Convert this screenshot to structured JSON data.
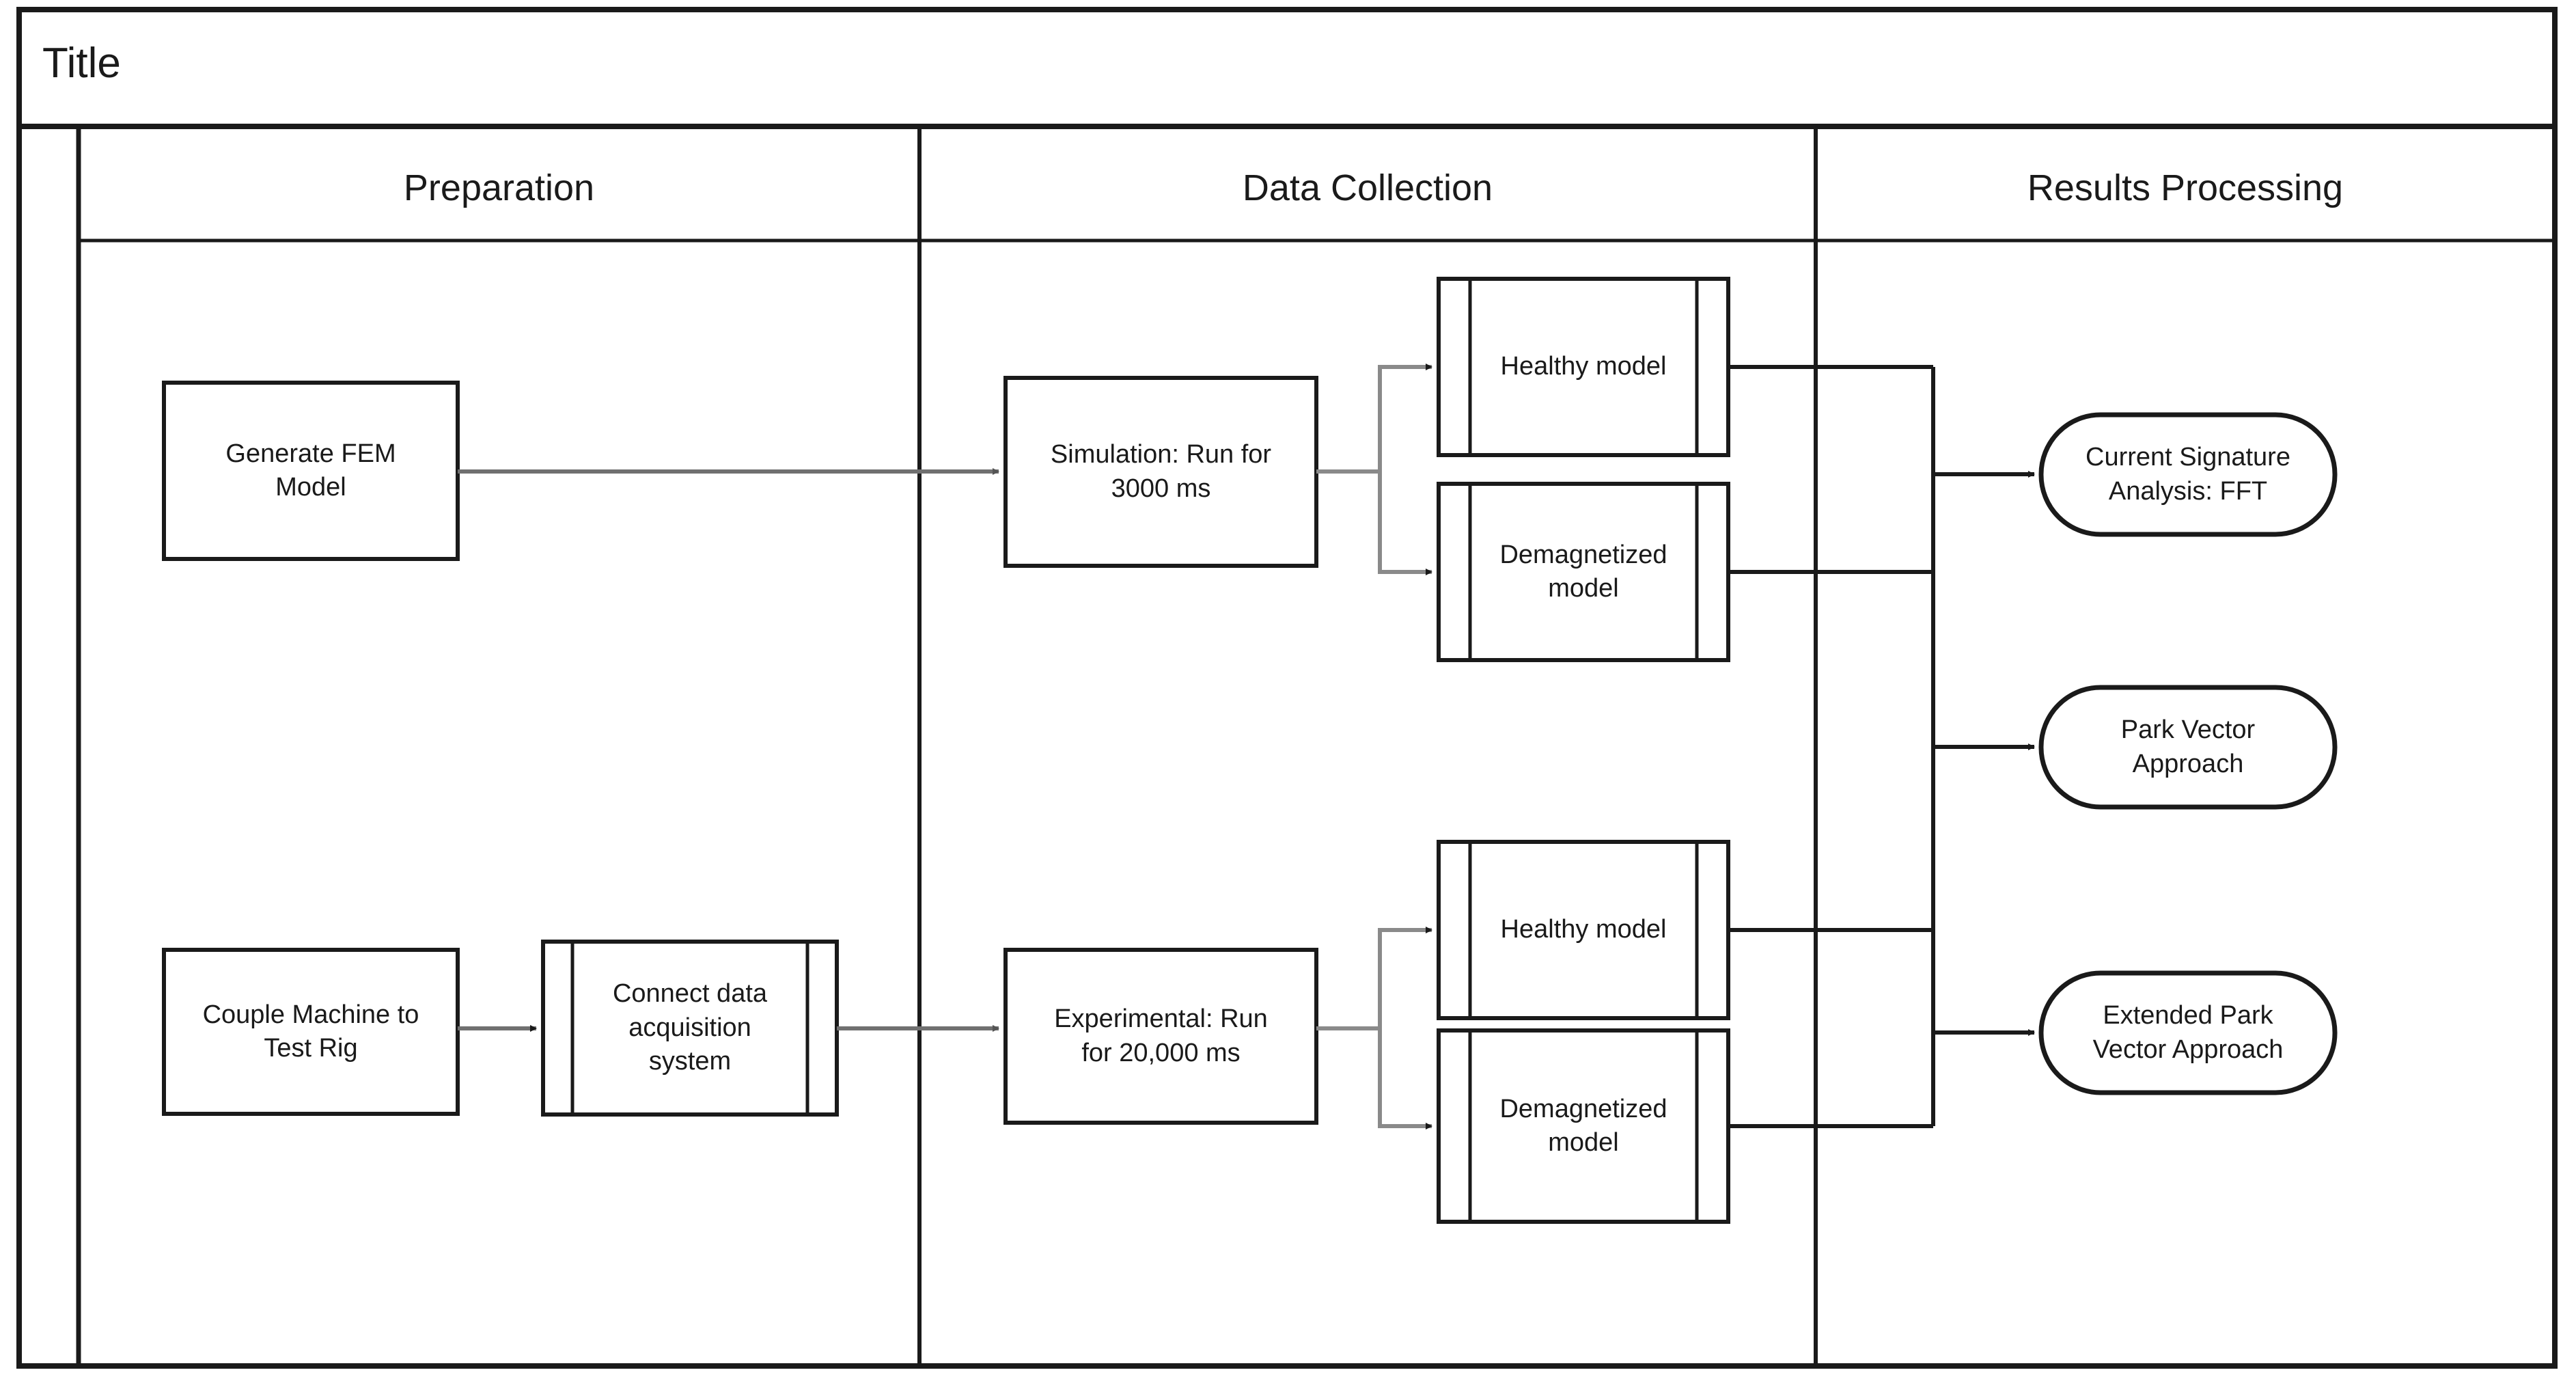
{
  "diagram": {
    "type": "cross-functional-flowchart",
    "title": "Title",
    "lane_headers": [
      "Preparation",
      "Data Collection",
      "Results Processing"
    ],
    "nodes": [
      {
        "id": "fem",
        "shape": "process",
        "label": "Generate FEM\nModel",
        "lane": "Preparation"
      },
      {
        "id": "couple",
        "shape": "process",
        "label": "Couple Machine to\nTest Rig",
        "lane": "Preparation"
      },
      {
        "id": "connect",
        "shape": "predefined-process",
        "label": "Connect data\nacquisition\nsystem",
        "lane": "Preparation"
      },
      {
        "id": "sim",
        "shape": "process",
        "label": "Simulation: Run for\n3000 ms",
        "lane": "Data Collection"
      },
      {
        "id": "exp",
        "shape": "process",
        "label": "Experimental: Run\nfor 20,000 ms",
        "lane": "Data Collection"
      },
      {
        "id": "sim_healthy",
        "shape": "predefined-process",
        "label": "Healthy model",
        "lane": "Data Collection"
      },
      {
        "id": "sim_demag",
        "shape": "predefined-process",
        "label": "Demagnetized\nmodel",
        "lane": "Data Collection"
      },
      {
        "id": "exp_healthy",
        "shape": "predefined-process",
        "label": "Healthy model",
        "lane": "Data Collection"
      },
      {
        "id": "exp_demag",
        "shape": "predefined-process",
        "label": "Demagnetized\nmodel",
        "lane": "Data Collection"
      },
      {
        "id": "csa",
        "shape": "terminator",
        "label": "Current Signature\nAnalysis: FFT",
        "lane": "Results Processing"
      },
      {
        "id": "pva",
        "shape": "terminator",
        "label": "Park Vector\nApproach",
        "lane": "Results Processing"
      },
      {
        "id": "epva",
        "shape": "terminator",
        "label": "Extended Park\nVector Approach",
        "lane": "Results Processing"
      }
    ],
    "edges": [
      {
        "from": "fem",
        "to": "sim"
      },
      {
        "from": "couple",
        "to": "connect"
      },
      {
        "from": "connect",
        "to": "exp"
      },
      {
        "from": "sim",
        "to": "sim_healthy"
      },
      {
        "from": "sim",
        "to": "sim_demag"
      },
      {
        "from": "exp",
        "to": "exp_healthy"
      },
      {
        "from": "exp",
        "to": "exp_demag"
      },
      {
        "from": "sim_healthy",
        "to": "csa"
      },
      {
        "from": "sim_demag",
        "to": "csa"
      },
      {
        "from": "exp_healthy",
        "to": "pva"
      },
      {
        "from": "exp_demag",
        "to": "epva"
      }
    ],
    "colors": {
      "stroke": "#1a1a1a",
      "light_stroke": "#808080",
      "text": "#1a1a1a",
      "background": "#ffffff"
    }
  }
}
